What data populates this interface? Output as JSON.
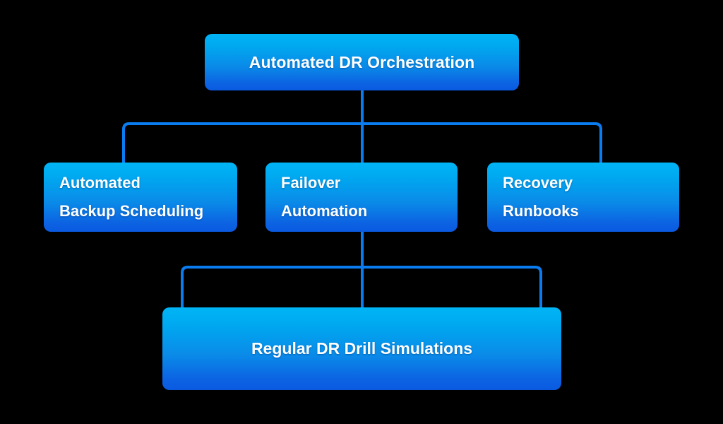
{
  "diagram": {
    "title": "Automated DR Orchestration",
    "type": "org-tree",
    "background_color": "#000000",
    "connector_color": "#0a7cf0",
    "node_gradient_top": "#00B5F5",
    "node_gradient_bottom": "#0a5ae0",
    "node_text_color": "#ffffff",
    "nodes": {
      "root": {
        "label": "Automated DR Orchestration",
        "lines": [
          "Automated DR Orchestration"
        ]
      },
      "backup": {
        "label": "Automated Backup Scheduling",
        "lines": [
          "Automated",
          "Backup Scheduling"
        ]
      },
      "failover": {
        "label": "Failover Automation",
        "lines": [
          "Failover",
          "Automation"
        ]
      },
      "runbooks": {
        "label": "Recovery Runbooks",
        "lines": [
          "Recovery",
          "Runbooks"
        ]
      },
      "drill": {
        "label": "Regular DR Drill Simulations",
        "lines": [
          "Regular DR Drill Simulations"
        ]
      }
    },
    "edges": [
      {
        "from": "root",
        "to": "backup"
      },
      {
        "from": "root",
        "to": "failover"
      },
      {
        "from": "root",
        "to": "runbooks"
      },
      {
        "from": "failover",
        "to": "drill"
      }
    ]
  }
}
